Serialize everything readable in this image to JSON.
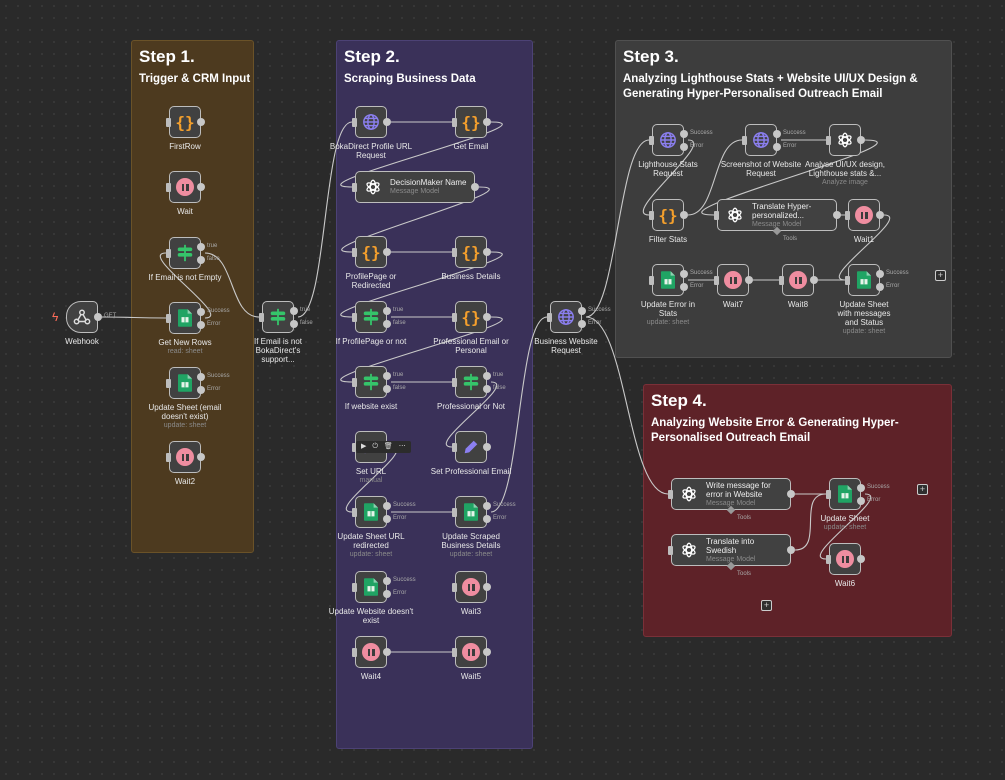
{
  "colors": {
    "step1": "#4d3a1f",
    "step2": "#3a3159",
    "step3": "#3d3d3d",
    "step4": "#5e2228",
    "accent_trigger": "#ff6d5a"
  },
  "panels": [
    {
      "id": "step1",
      "title": "Step 1.",
      "subtitle": "Trigger & CRM Input"
    },
    {
      "id": "step2",
      "title": "Step 2.",
      "subtitle": "Scraping Business Data"
    },
    {
      "id": "step3",
      "title": "Step 3.",
      "subtitle": "Analyzing Lighthouse Stats + Website UI/UX Design & Generating Hyper-Personalised Outreach Email"
    },
    {
      "id": "step4",
      "title": "Step 4.",
      "subtitle": "Analyzing Website Error & Generating Hyper-Personalised Outreach Email"
    }
  ],
  "nodes": [
    {
      "id": "webhook",
      "label": "Webhook",
      "icon": "webhook-icon",
      "outputs": [
        "GET"
      ]
    },
    {
      "id": "firstrow",
      "label": "FirstRow",
      "icon": "code-braces-icon"
    },
    {
      "id": "wait",
      "label": "Wait",
      "icon": "pause-icon"
    },
    {
      "id": "if_email_empty",
      "label": "If Email is not Empty",
      "icon": "if-signpost-icon",
      "outputs": [
        "true",
        "false"
      ]
    },
    {
      "id": "get_new_rows",
      "label": "Get New Rows",
      "sublabel": "read: sheet",
      "icon": "google-sheets-icon",
      "outputs": [
        "Success",
        "Error"
      ]
    },
    {
      "id": "update_sheet_email",
      "label": "Update Sheet (email doesn't exist)",
      "sublabel": "update: sheet",
      "icon": "google-sheets-icon",
      "outputs": [
        "Success",
        "Error"
      ]
    },
    {
      "id": "wait2",
      "label": "Wait2",
      "icon": "pause-icon"
    },
    {
      "id": "if_email_support",
      "label": "If Email is not BokaDirect's support...",
      "icon": "if-signpost-icon",
      "outputs": [
        "true",
        "false"
      ]
    },
    {
      "id": "bokadirect_request",
      "label": "BokaDirect Profile URL Request",
      "icon": "globe-icon"
    },
    {
      "id": "get_email",
      "label": "Get Email",
      "icon": "code-braces-icon"
    },
    {
      "id": "decisionmaker",
      "label": "DecisionMaker Name",
      "sublabel": "Message Model",
      "icon": "openai-icon",
      "wide": true
    },
    {
      "id": "profilepage",
      "label": "ProfilePage or Redirected",
      "icon": "code-braces-icon"
    },
    {
      "id": "business_details",
      "label": "Business Details",
      "icon": "code-braces-icon"
    },
    {
      "id": "if_profilepage",
      "label": "If ProfilePage or not",
      "icon": "if-signpost-icon",
      "outputs": [
        "true",
        "false"
      ]
    },
    {
      "id": "professional_email",
      "label": "Professional Email or Personal",
      "icon": "code-braces-icon"
    },
    {
      "id": "if_website",
      "label": "If website exist",
      "icon": "if-signpost-icon",
      "outputs": [
        "true",
        "false"
      ]
    },
    {
      "id": "professional_or_not",
      "label": "Professional or Not",
      "icon": "if-signpost-icon",
      "outputs": [
        "true",
        "false"
      ]
    },
    {
      "id": "set_url",
      "label": "Set URL",
      "sublabel": "manual",
      "icon": "pencil-icon"
    },
    {
      "id": "set_prof_email",
      "label": "Set Professional Email",
      "icon": "pencil-icon"
    },
    {
      "id": "update_url_redirected",
      "label": "Update Sheet URL redirected",
      "sublabel": "update: sheet",
      "icon": "google-sheets-icon",
      "outputs": [
        "Success",
        "Error"
      ]
    },
    {
      "id": "update_scraped",
      "label": "Update Scraped Business Details",
      "sublabel": "update: sheet",
      "icon": "google-sheets-icon",
      "outputs": [
        "Success",
        "Error"
      ]
    },
    {
      "id": "update_website_none",
      "label": "Update Website doesn't exist",
      "icon": "google-sheets-icon",
      "outputs": [
        "Success",
        "Error"
      ]
    },
    {
      "id": "wait3",
      "label": "Wait3",
      "icon": "pause-icon"
    },
    {
      "id": "wait4",
      "label": "Wait4",
      "icon": "pause-icon"
    },
    {
      "id": "wait5",
      "label": "Wait5",
      "icon": "pause-icon"
    },
    {
      "id": "business_website",
      "label": "Business Website Request",
      "icon": "globe-icon",
      "outputs": [
        "Success",
        "Error"
      ]
    },
    {
      "id": "lighthouse",
      "label": "Lighthouse Stats Request",
      "icon": "globe-icon",
      "outputs": [
        "Success",
        "Error"
      ]
    },
    {
      "id": "screenshot",
      "label": "Screenshot of Website Request",
      "icon": "globe-icon",
      "outputs": [
        "Success",
        "Error"
      ]
    },
    {
      "id": "analyse",
      "label": "Analyse UI/UX design, Lighthouse stats &...",
      "sublabel": "Analyze image",
      "icon": "openai-icon"
    },
    {
      "id": "filter_stats",
      "label": "Filter Stats",
      "icon": "code-braces-icon"
    },
    {
      "id": "translate_hyper",
      "label": "Translate Hyper-personalized...",
      "sublabel": "Message Model",
      "icon": "openai-icon",
      "wide": true,
      "tools": "Tools"
    },
    {
      "id": "wait1",
      "label": "Wait1",
      "icon": "pause-icon"
    },
    {
      "id": "update_error_stats",
      "label": "Update Error in Stats",
      "sublabel": "update: sheet",
      "icon": "google-sheets-icon",
      "outputs": [
        "Success",
        "Error"
      ]
    },
    {
      "id": "wait7",
      "label": "Wait7",
      "icon": "pause-icon"
    },
    {
      "id": "wait8",
      "label": "Wait8",
      "icon": "pause-icon"
    },
    {
      "id": "update_messages",
      "label": "Update Sheet with messages and Status",
      "sublabel": "update: sheet",
      "icon": "google-sheets-icon",
      "outputs": [
        "Success",
        "Error"
      ]
    },
    {
      "id": "write_error_msg",
      "label": "Write message for error in Website",
      "sublabel": "Message Model",
      "icon": "openai-icon",
      "wide": true,
      "tools": "Tools"
    },
    {
      "id": "translate_swedish",
      "label": "Translate into Swedish",
      "sublabel": "Message Model",
      "icon": "openai-icon",
      "wide": true,
      "tools": "Tools"
    },
    {
      "id": "update_sheet4",
      "label": "Update Sheet",
      "sublabel": "update: sheet",
      "icon": "google-sheets-icon",
      "outputs": [
        "Success",
        "Error"
      ]
    },
    {
      "id": "wait6",
      "label": "Wait6",
      "icon": "pause-icon"
    }
  ],
  "node_toolbar": {
    "items": [
      "▶",
      "⏻",
      "🗑",
      "⋯"
    ]
  }
}
